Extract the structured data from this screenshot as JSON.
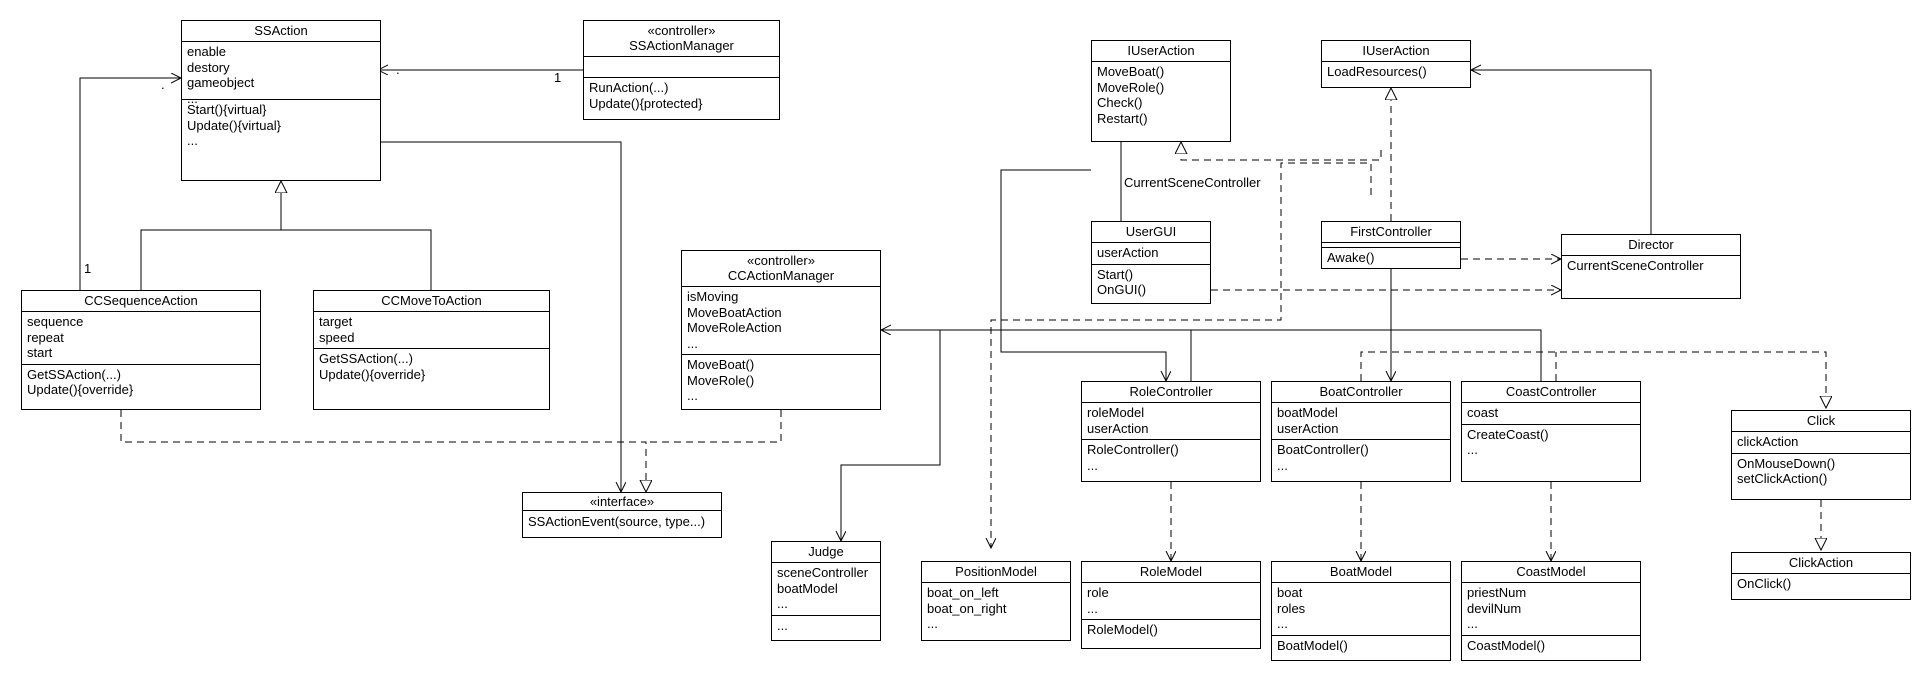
{
  "classes": {
    "ssaction": {
      "name": "SSAction",
      "attributes": [
        "enable",
        "destory",
        "gameobject",
        "..."
      ],
      "methods": [
        "Start(){virtual}",
        "Update(){virtual}",
        "..."
      ]
    },
    "ssactionmanager": {
      "stereotype": "«controller»",
      "name": "SSActionManager",
      "attributes": [],
      "methods": [
        "RunAction(...)",
        "Update(){protected}"
      ]
    },
    "ccsequenceaction": {
      "name": "CCSequenceAction",
      "attributes": [
        "sequence",
        "repeat",
        "start"
      ],
      "methods": [
        "GetSSAction(...)",
        "Update(){override}"
      ]
    },
    "ccmovetoaction": {
      "name": "CCMoveToAction",
      "attributes": [
        "target",
        "speed"
      ],
      "methods": [
        "GetSSAction(...)",
        "Update(){override}"
      ]
    },
    "ccactionmanager": {
      "stereotype": "«controller»",
      "name": "CCActionManager",
      "attributes": [
        "isMoving",
        "MoveBoatAction",
        "MoveRoleAction",
        "..."
      ],
      "methods": [
        "MoveBoat()",
        "MoveRole()",
        "..."
      ]
    },
    "ssactionevent": {
      "stereotype": "«interface»",
      "name": "SSActionEvent(source, type...)"
    },
    "iuseraction_a": {
      "name": "IUserAction",
      "items": [
        "MoveBoat()",
        "MoveRole()",
        "Check()",
        "Restart()"
      ]
    },
    "iuseraction_b": {
      "name": "IUserAction",
      "items": [
        "LoadResources()"
      ]
    },
    "usergui": {
      "name": "UserGUI",
      "attributes": [
        "userAction"
      ],
      "methods": [
        "Start()",
        "OnGUI()"
      ]
    },
    "firstcontroller": {
      "name": "FirstController",
      "attributes": [],
      "methods": [
        "Awake()"
      ]
    },
    "director": {
      "name": "Director",
      "items": [
        "CurrentSceneController"
      ]
    },
    "rolecontroller": {
      "name": "RoleController",
      "attributes": [
        "roleModel",
        "userAction"
      ],
      "methods": [
        "RoleController()",
        "..."
      ]
    },
    "boatcontroller": {
      "name": "BoatController",
      "attributes": [
        "boatModel",
        "userAction"
      ],
      "methods": [
        "BoatController()",
        "..."
      ]
    },
    "coastcontroller": {
      "name": "CoastController",
      "attributes": [
        "coast"
      ],
      "methods": [
        "CreateCoast()",
        "..."
      ]
    },
    "click": {
      "name": "Click",
      "attributes": [
        "clickAction"
      ],
      "methods": [
        "OnMouseDown()",
        "setClickAction()"
      ]
    },
    "clickaction": {
      "name": "ClickAction",
      "items": [
        "OnClick()"
      ]
    },
    "judge": {
      "name": "Judge",
      "attributes": [
        "sceneController",
        "boatModel",
        "..."
      ],
      "methods": [
        "..."
      ]
    },
    "positionmodel": {
      "name": "PositionModel",
      "items": [
        "boat_on_left",
        "boat_on_right",
        "..."
      ]
    },
    "rolemodel": {
      "name": "RoleModel",
      "attributes": [
        "role",
        "..."
      ],
      "methods": [
        "RoleModel()"
      ]
    },
    "boatmodel": {
      "name": "BoatModel",
      "attributes": [
        "boat",
        "roles",
        "..."
      ],
      "methods": [
        "BoatModel()"
      ]
    },
    "coastmodel": {
      "name": "CoastModel",
      "attributes": [
        "priestNum",
        "devilNum",
        "..."
      ],
      "methods": [
        "CoastModel()"
      ]
    }
  },
  "edge_labels": {
    "current_scene_controller": "CurrentSceneController",
    "mult_one_manager": "1",
    "mult_one_sequence": "1",
    "dot_manager": ".",
    "dot_sequence": "."
  },
  "colors": {
    "line": "#000000",
    "background": "#ffffff"
  }
}
